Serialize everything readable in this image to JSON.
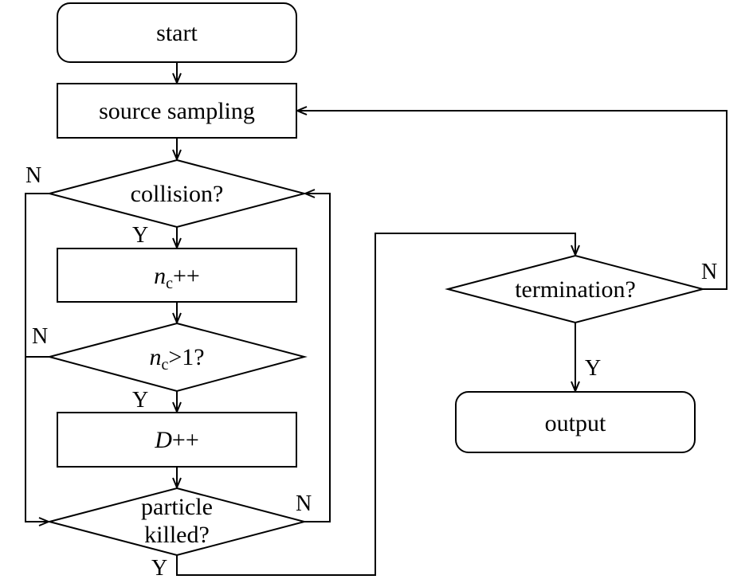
{
  "nodes": {
    "start": "start",
    "source_sampling": "source sampling",
    "collision": "collision?",
    "nc_increment": {
      "var": "n",
      "sub": "c",
      "op": "++"
    },
    "nc_check": {
      "var": "n",
      "sub": "c",
      "op": ">1?"
    },
    "d_increment": {
      "var": "D",
      "op": "++"
    },
    "particle_killed": {
      "line1": "particle",
      "line2": "killed?"
    },
    "termination": "termination?",
    "output": "output"
  },
  "branches": {
    "collision_no": "N",
    "collision_yes": "Y",
    "nc_check_no": "N",
    "nc_check_yes": "Y",
    "killed_no": "N",
    "killed_yes": "Y",
    "termination_no": "N",
    "termination_yes": "Y"
  },
  "colors": {
    "stroke": "#000000",
    "background": "#ffffff"
  }
}
